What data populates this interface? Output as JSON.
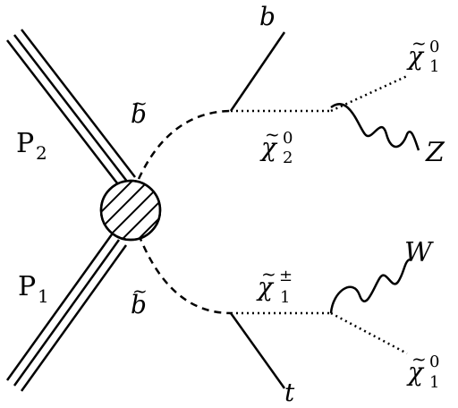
{
  "diagram": {
    "incoming": [
      {
        "name": "P",
        "index": "2"
      },
      {
        "name": "P",
        "index": "1"
      }
    ],
    "sbottom_top": {
      "base": "b",
      "accent": "~"
    },
    "sbottom_bottom": {
      "base": "b",
      "accent": "~"
    },
    "neutralino2": {
      "base": "χ",
      "accent": "~",
      "sup": "0",
      "sub": "2"
    },
    "chargino1": {
      "base": "χ",
      "accent": "~",
      "sup": "±",
      "sub": "1"
    },
    "neutralino1_top": {
      "base": "χ",
      "accent": "~",
      "sup": "0",
      "sub": "1"
    },
    "neutralino1_bottom": {
      "base": "χ",
      "accent": "~",
      "sup": "0",
      "sub": "1"
    },
    "quark_b": "b",
    "quark_t": "t",
    "boson_z": "Z",
    "boson_w": "W"
  }
}
